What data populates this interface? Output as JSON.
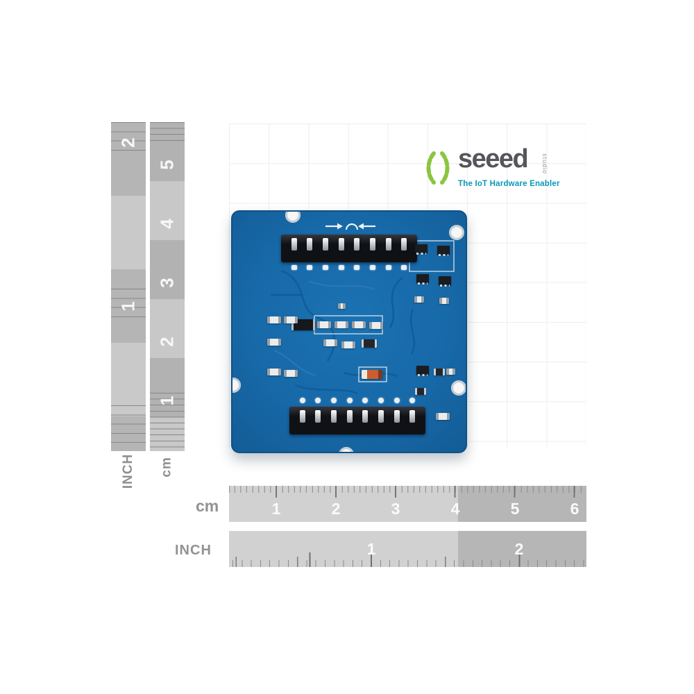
{
  "logo": {
    "brand": "seeed",
    "sub": "studio",
    "tagline": "The IoT Hardware Enabler",
    "green": "#8bc53f",
    "tagline_color": "#0899b4",
    "brand_color": "#55565a"
  },
  "pcb": {
    "board_color": "#1769a8",
    "silkscreen_symbol": "connector-orientation-arrows"
  },
  "rulers": {
    "vertical_inch": {
      "unit": "INCH",
      "marks": [
        "2",
        "1"
      ]
    },
    "vertical_cm": {
      "unit": "cm",
      "marks": [
        "5",
        "4",
        "3",
        "2",
        "1"
      ]
    },
    "horizontal_cm": {
      "unit": "cm",
      "marks": [
        "1",
        "2",
        "3",
        "4",
        "5",
        "6"
      ]
    },
    "horizontal_inch": {
      "unit": "INCH",
      "marks": [
        "1",
        "2"
      ]
    }
  }
}
